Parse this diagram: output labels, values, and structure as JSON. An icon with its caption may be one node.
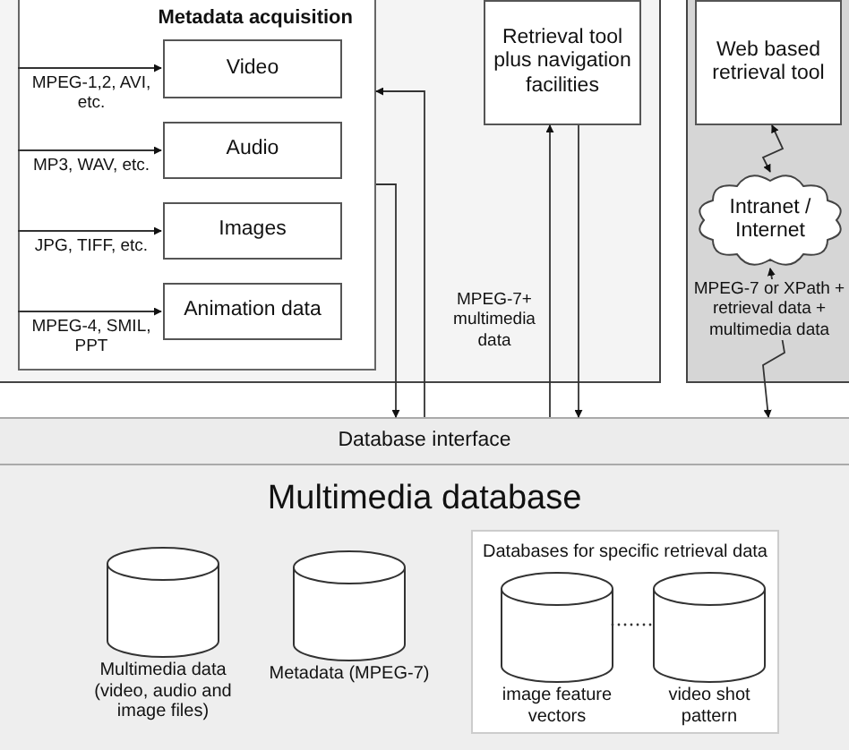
{
  "diagram": {
    "nodes": [
      {
        "text": [
          "Metadata acquisition"
        ]
      },
      {
        "text": [
          "Video"
        ],
        "in": 0
      },
      {
        "text": [
          "Audio"
        ],
        "in": 0
      },
      {
        "text": [
          "Images"
        ],
        "in": 0
      },
      {
        "text": [
          "Animation data"
        ],
        "in": 0
      },
      {
        "text": [
          "Retrieval tool plus navigation facilities"
        ]
      },
      {
        "text": [
          "Web based retrieval tool"
        ]
      },
      {
        "text": [
          "Intranet / Internet"
        ]
      },
      {
        "text": [
          "Database interface"
        ]
      },
      {
        "text": [
          "Multimedia database"
        ]
      },
      {
        "text": [
          "Multimedia data (video, audio and image files)"
        ],
        "in": 9
      },
      {
        "text": [
          "Metadata (MPEG-7)"
        ],
        "in": 9
      },
      {
        "text": [
          "Databases for specific retrieval data"
        ],
        "in": 9
      },
      {
        "text": [
          "image feature vectors"
        ],
        "in": 12
      },
      {
        "text": [
          "video shot pattern"
        ],
        "in": 12
      }
    ],
    "edges": [
      {
        "from": null,
        "to": 1,
        "arrow": "to",
        "label": "MPEG-1,2, AVI, etc."
      },
      {
        "from": null,
        "to": 2,
        "arrow": "to",
        "label": "MP3, WAV, etc."
      },
      {
        "from": null,
        "to": 3,
        "arrow": "to",
        "label": "JPG, TIFF, etc."
      },
      {
        "from": null,
        "to": 4,
        "arrow": "to",
        "label": "MPEG-4, SMIL, PPT"
      },
      {
        "from": 8,
        "to": 0,
        "arrow": "to"
      },
      {
        "from": 0,
        "to": 8,
        "arrow": "to"
      },
      {
        "from": 8,
        "to": 5,
        "arrow": "to",
        "label": "MPEG-7+ multimedia data"
      },
      {
        "from": 5,
        "to": 8,
        "arrow": "to"
      },
      {
        "from": 7,
        "to": 6,
        "arrow": "both"
      },
      {
        "from": 7,
        "to": 8,
        "arrow": "both",
        "label": "MPEG-7 or XPath + retrieval data + multimedia data"
      }
    ]
  }
}
